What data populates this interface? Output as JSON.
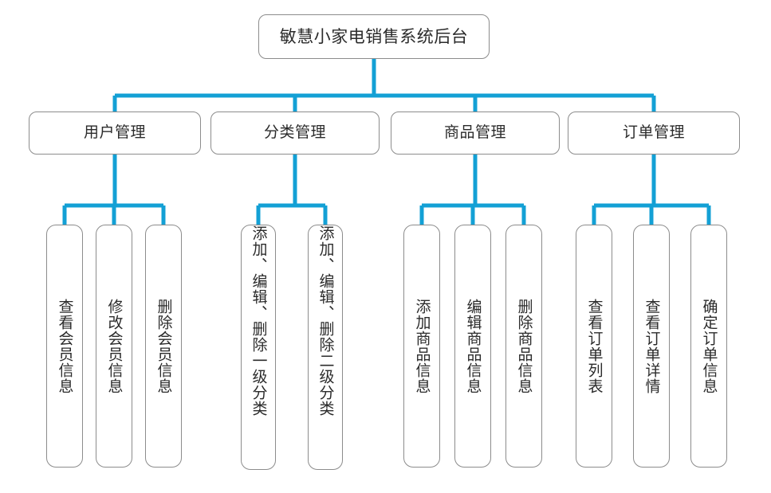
{
  "diagram": {
    "title": "敏慧小家电销售系统后台",
    "type": "org-tree",
    "colors": {
      "connector": "#13A0D5",
      "node_border": "#8c8c8c",
      "node_fill": "#ffffff",
      "text": "#2b2b2b",
      "background": "#ffffff"
    },
    "root": {
      "label": "敏慧小家电销售系统后台"
    },
    "branches": [
      {
        "label": "用户管理",
        "children": [
          {
            "label": "查看会员信息"
          },
          {
            "label": "修改会员信息"
          },
          {
            "label": "删除会员信息"
          }
        ]
      },
      {
        "label": "分类管理",
        "children": [
          {
            "label": "添加、编辑、删除一级分类"
          },
          {
            "label": "添加、编辑、删除二级分类"
          }
        ]
      },
      {
        "label": "商品管理",
        "children": [
          {
            "label": "添加商品信息"
          },
          {
            "label": "编辑商品信息"
          },
          {
            "label": "删除商品信息"
          }
        ]
      },
      {
        "label": "订单管理",
        "children": [
          {
            "label": "查看订单列表"
          },
          {
            "label": "查看订单详情"
          },
          {
            "label": "确定订单信息"
          }
        ]
      }
    ]
  }
}
